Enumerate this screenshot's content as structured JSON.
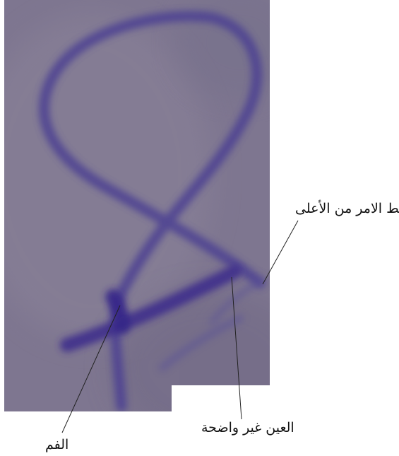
{
  "photo": {
    "background_color": "#7e7690",
    "ink_color": "#4a3f92"
  },
  "annotations": {
    "stroke_from_top": "خط الامر من الأعلى",
    "eye_unclear": "العين غير واضحة",
    "mouth": "الفم"
  }
}
